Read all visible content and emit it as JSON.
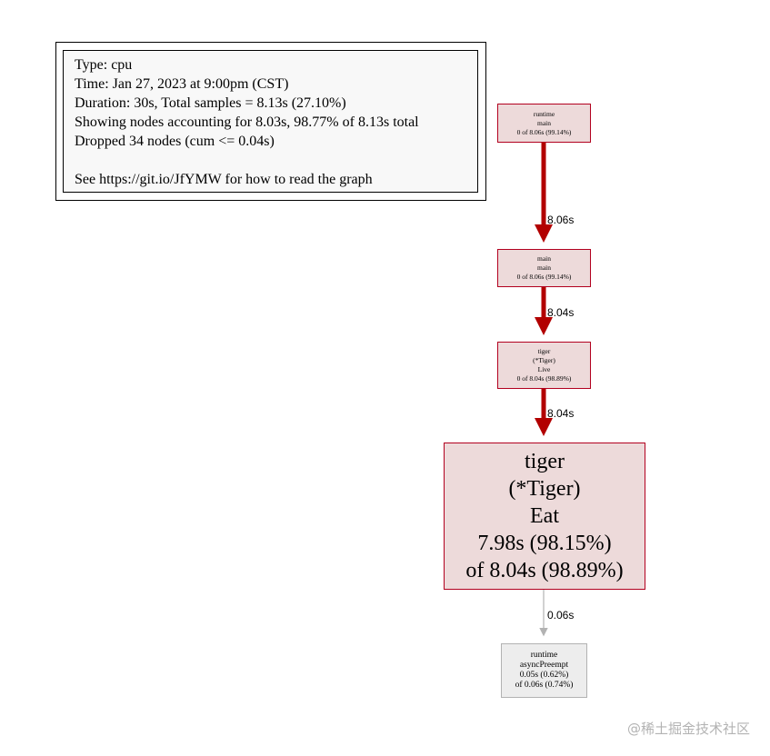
{
  "legend": {
    "lines": [
      "Type: cpu",
      "Time: Jan 27, 2023 at 9:00pm (CST)",
      "Duration: 30s, Total samples = 8.13s (27.10%)",
      "Showing nodes accounting for 8.03s, 98.77% of 8.13s total",
      "Dropped 34 nodes (cum <= 0.04s)",
      "See https://git.io/JfYMW for how to read the graph"
    ]
  },
  "nodes": [
    {
      "lines": [
        "runtime",
        "main",
        "0 of 8.06s (99.14%)"
      ]
    },
    {
      "lines": [
        "main",
        "main",
        "0 of 8.06s (99.14%)"
      ]
    },
    {
      "lines": [
        "tiger",
        "(*Tiger)",
        "Live",
        "0 of 8.04s (98.89%)"
      ]
    },
    {
      "lines": [
        "tiger",
        "(*Tiger)",
        "Eat",
        "7.98s (98.15%)",
        "of 8.04s (98.89%)"
      ]
    },
    {
      "lines": [
        "runtime",
        "asyncPreempt",
        "0.05s (0.62%)",
        "of 0.06s (0.74%)"
      ]
    }
  ],
  "edges": [
    {
      "label": "8.06s",
      "color": "#b20000"
    },
    {
      "label": "8.04s",
      "color": "#b20000"
    },
    {
      "label": "8.04s",
      "color": "#b20000"
    },
    {
      "label": "0.06s",
      "color": "#b2b2b2"
    }
  ],
  "watermark": "@稀土掘金技术社区"
}
